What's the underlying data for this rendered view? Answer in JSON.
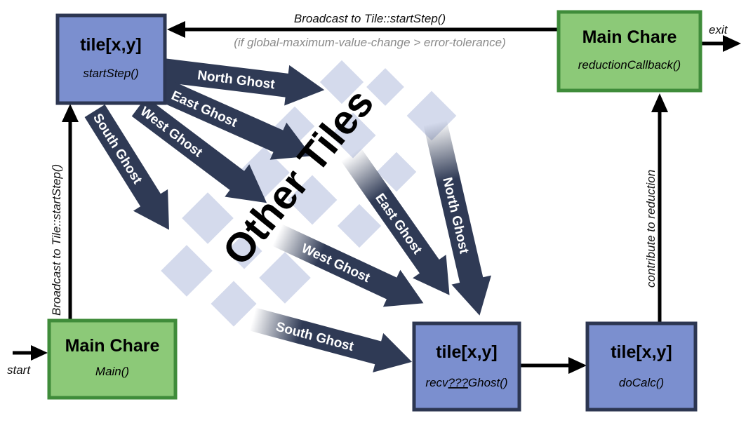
{
  "boxes": {
    "tile_start": {
      "title": "tile[x,y]",
      "sub": "startStep()"
    },
    "tile_recv": {
      "title": "tile[x,y]",
      "sub_prefix": "recv",
      "sub_mid": "???",
      "sub_suffix": "Ghost()"
    },
    "tile_calc": {
      "title": "tile[x,y]",
      "sub": "doCalc()"
    },
    "main_bottom": {
      "title": "Main Chare",
      "sub": "Main()"
    },
    "main_top": {
      "title": "Main Chare",
      "sub": "reductionCallback()"
    }
  },
  "labels": {
    "broadcast_top": "Broadcast  to  Tile::startStep()",
    "condition": "(if global-maximum-value-change > error-tolerance)",
    "broadcast_left": "Broadcast  to  Tile::startStep()",
    "contribute": "contribute to reduction",
    "start": "start",
    "exit": "exit",
    "other_tiles": "Other Tiles"
  },
  "ghosts_out": {
    "north": "North Ghost",
    "east": "East Ghost",
    "west": "West Ghost",
    "south": "South Ghost"
  },
  "ghosts_in": {
    "west": "West Ghost",
    "south": "South Ghost",
    "east": "East Ghost",
    "north": "North Ghost"
  },
  "colors": {
    "tile_fill": "#7b8fcf",
    "tile_border": "#2c3651",
    "chare_fill": "#8cc978",
    "chare_border": "#3f8c3a",
    "ghost_arrow": "#2f3a55",
    "background_tiles": "#c5cde6"
  }
}
